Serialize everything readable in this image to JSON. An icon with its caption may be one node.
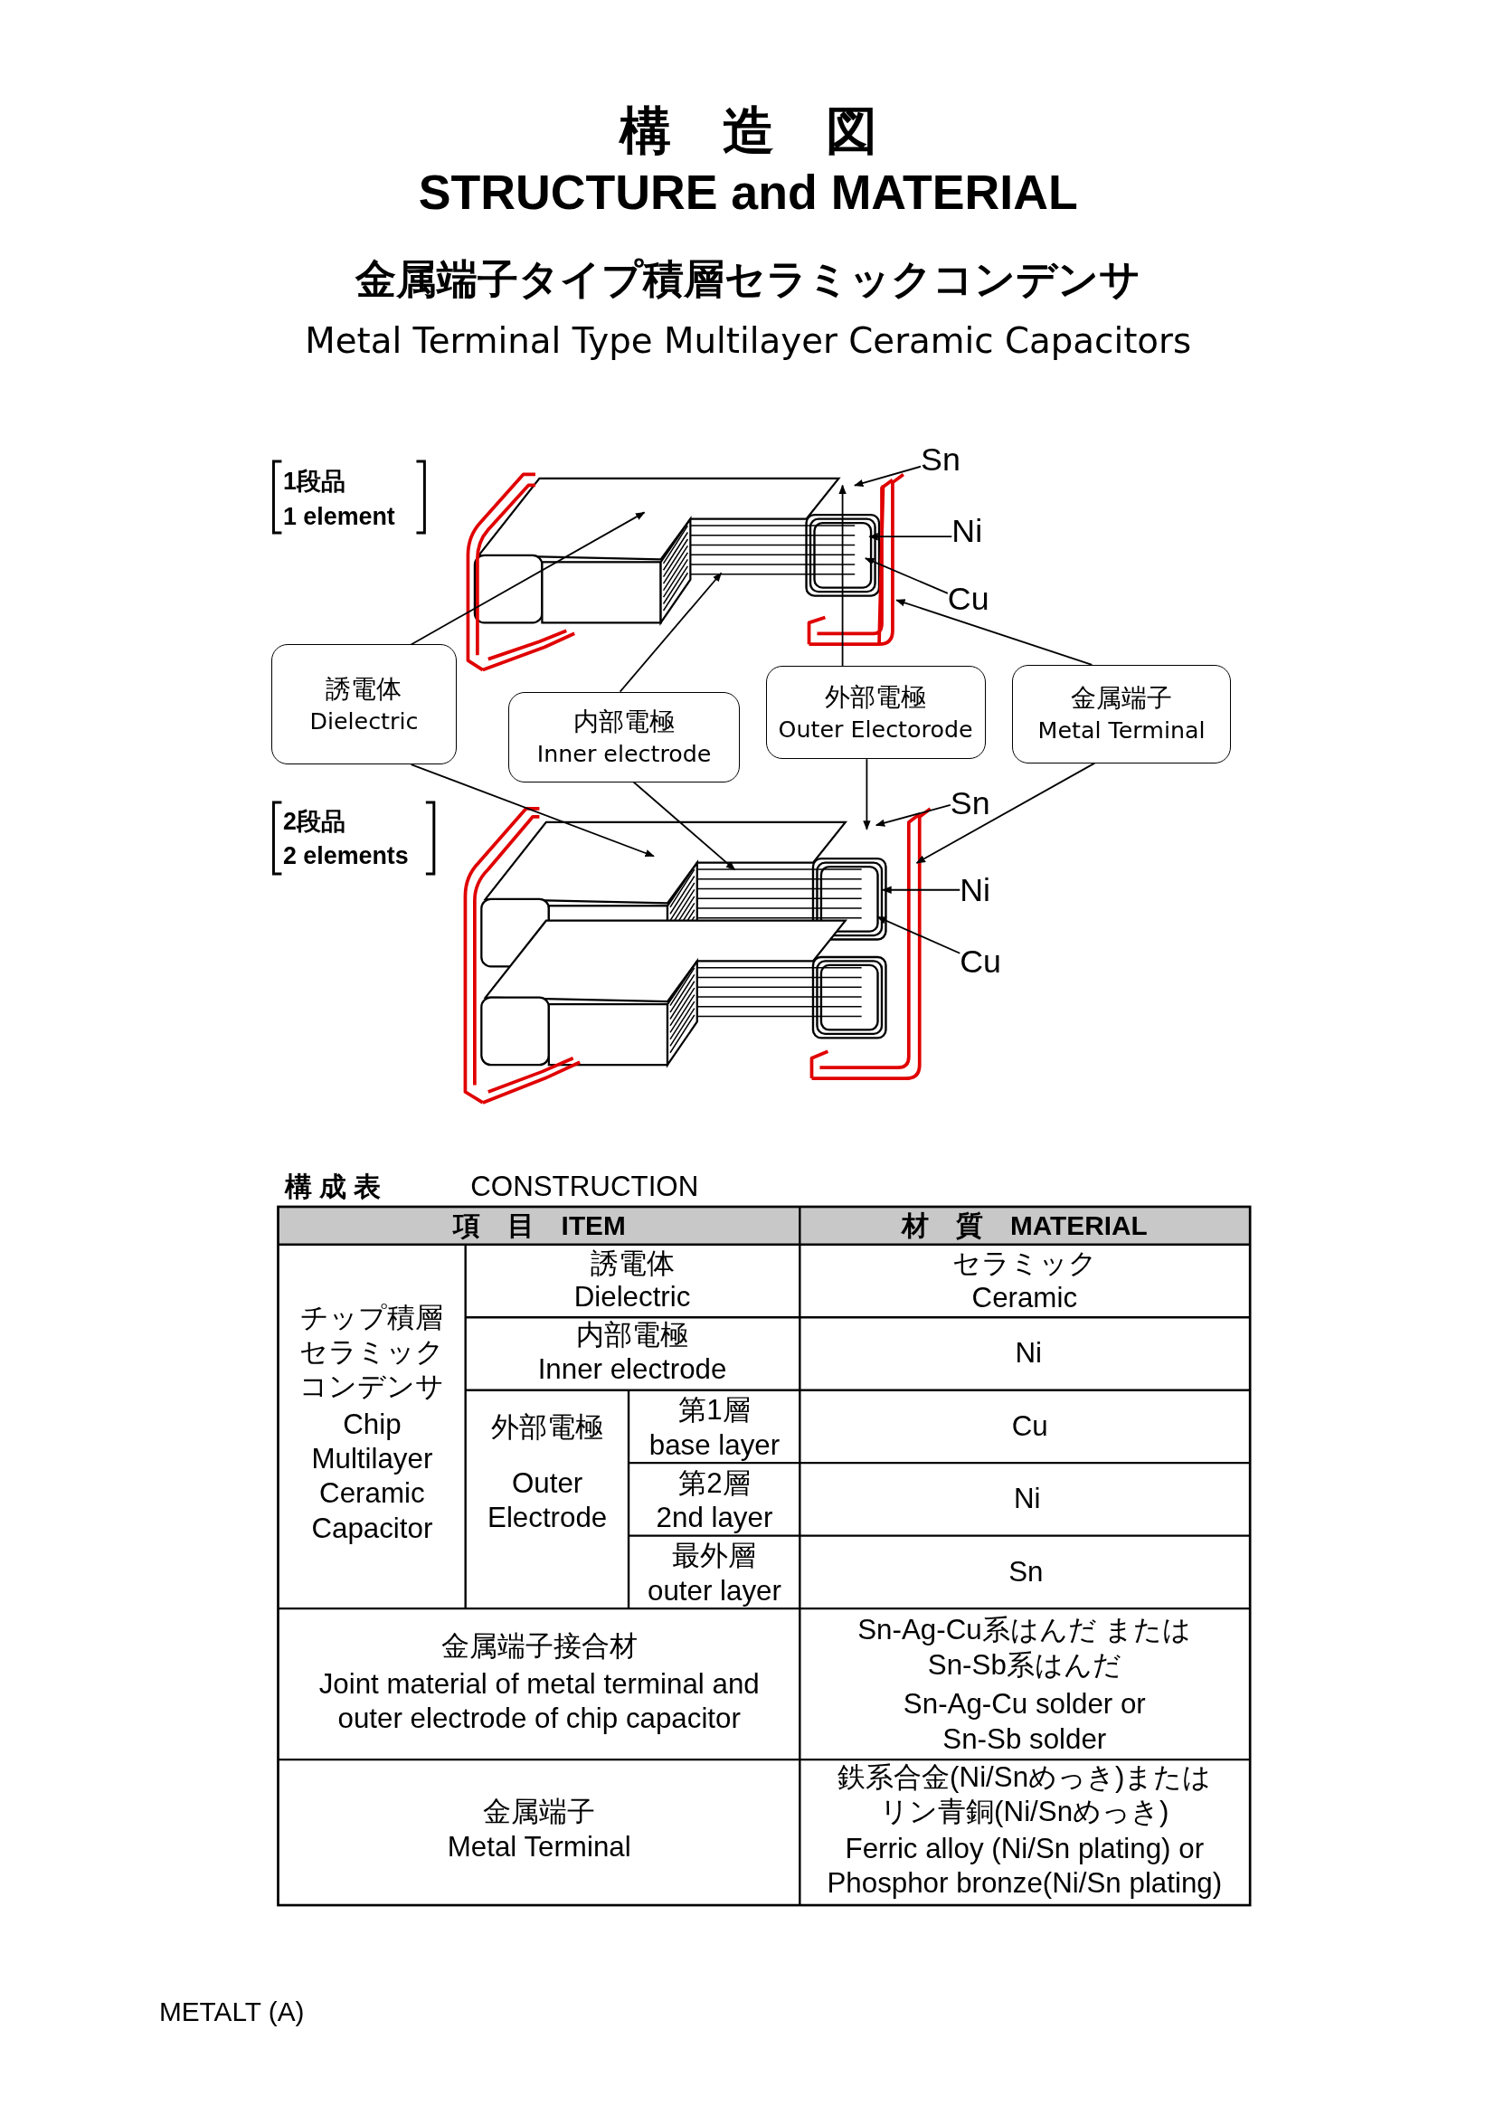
{
  "diagram": {
    "title": "構　造　図",
    "nodes": [
      {
        "text": [
          "誘電体",
          "Dielectric"
        ]
      },
      {
        "text": [
          "内部電極",
          "Inner electrode"
        ]
      },
      {
        "text": [
          "外部電極",
          "Outer Electorode"
        ]
      },
      {
        "text": [
          "金属端子",
          "Metal Terminal"
        ]
      },
      {
        "text": [
          "Sn"
        ]
      },
      {
        "text": [
          "Ni"
        ]
      },
      {
        "text": [
          "Cu"
        ]
      },
      {
        "text": [
          "Sn"
        ]
      },
      {
        "text": [
          "Ni"
        ]
      },
      {
        "text": [
          "Cu"
        ]
      },
      {
        "text": [],
        "shape": "picture"
      },
      {
        "text": [],
        "shape": "picture"
      }
    ],
    "edges": [
      {
        "from": 0,
        "to": 10,
        "arrow": "to"
      },
      {
        "from": 0,
        "to": 11,
        "arrow": "to"
      },
      {
        "from": 1,
        "to": 10,
        "arrow": "to"
      },
      {
        "from": 1,
        "to": 11,
        "arrow": "to"
      },
      {
        "from": 2,
        "to": 10,
        "arrow": "to"
      },
      {
        "from": 2,
        "to": 11,
        "arrow": "to"
      },
      {
        "from": 3,
        "to": 10,
        "arrow": "to"
      },
      {
        "from": 3,
        "to": 11,
        "arrow": "to"
      },
      {
        "from": 4,
        "to": 10,
        "arrow": "to"
      },
      {
        "from": 5,
        "to": 10,
        "arrow": "to"
      },
      {
        "from": 6,
        "to": 10,
        "arrow": "to"
      },
      {
        "from": 7,
        "to": 11,
        "arrow": "to"
      },
      {
        "from": 8,
        "to": 11,
        "arrow": "to"
      },
      {
        "from": 9,
        "to": 11,
        "arrow": "to"
      }
    ],
    "labels": [
      "STRUCTURE and MATERIAL",
      "金属端子タイプ積層セラミックコンデンサ",
      "Metal Terminal Type Multilayer Ceramic Capacitors",
      "1段品",
      "1 element",
      "2段品",
      "2 elements",
      "構 成 表",
      "CONSTRUCTION",
      "項　目　ITEM",
      "材　質　MATERIAL",
      "誘電体",
      "Dielectric",
      "セラミック",
      "Ceramic",
      "チップ積層セラミックコンデンサ",
      "Chip Multilayer Ceramic Capacitor",
      "内部電極",
      "Inner electrode",
      "Ni",
      "外部電極",
      "Outer Electrode",
      "第1層",
      "base layer",
      "Cu",
      "第2層",
      "2nd layer",
      "Ni",
      "最外層",
      "outer layer",
      "Sn",
      "金属端子接合材",
      "Joint material of metal terminal and outer electrode of chip capacitor",
      "Sn-Ag-Cu系はんだ または Sn-Sb系はんだ",
      "Sn-Ag-Cu solder or Sn-Sb solder",
      "金属端子",
      "Metal Terminal",
      "鉄系合金(Ni/Snめっき)またはリン青銅(Ni/Snめっき)",
      "Ferric alloy (Ni/Sn plating) or Phosphor bronze(Ni/Sn plating)",
      "METALT (A)"
    ]
  }
}
